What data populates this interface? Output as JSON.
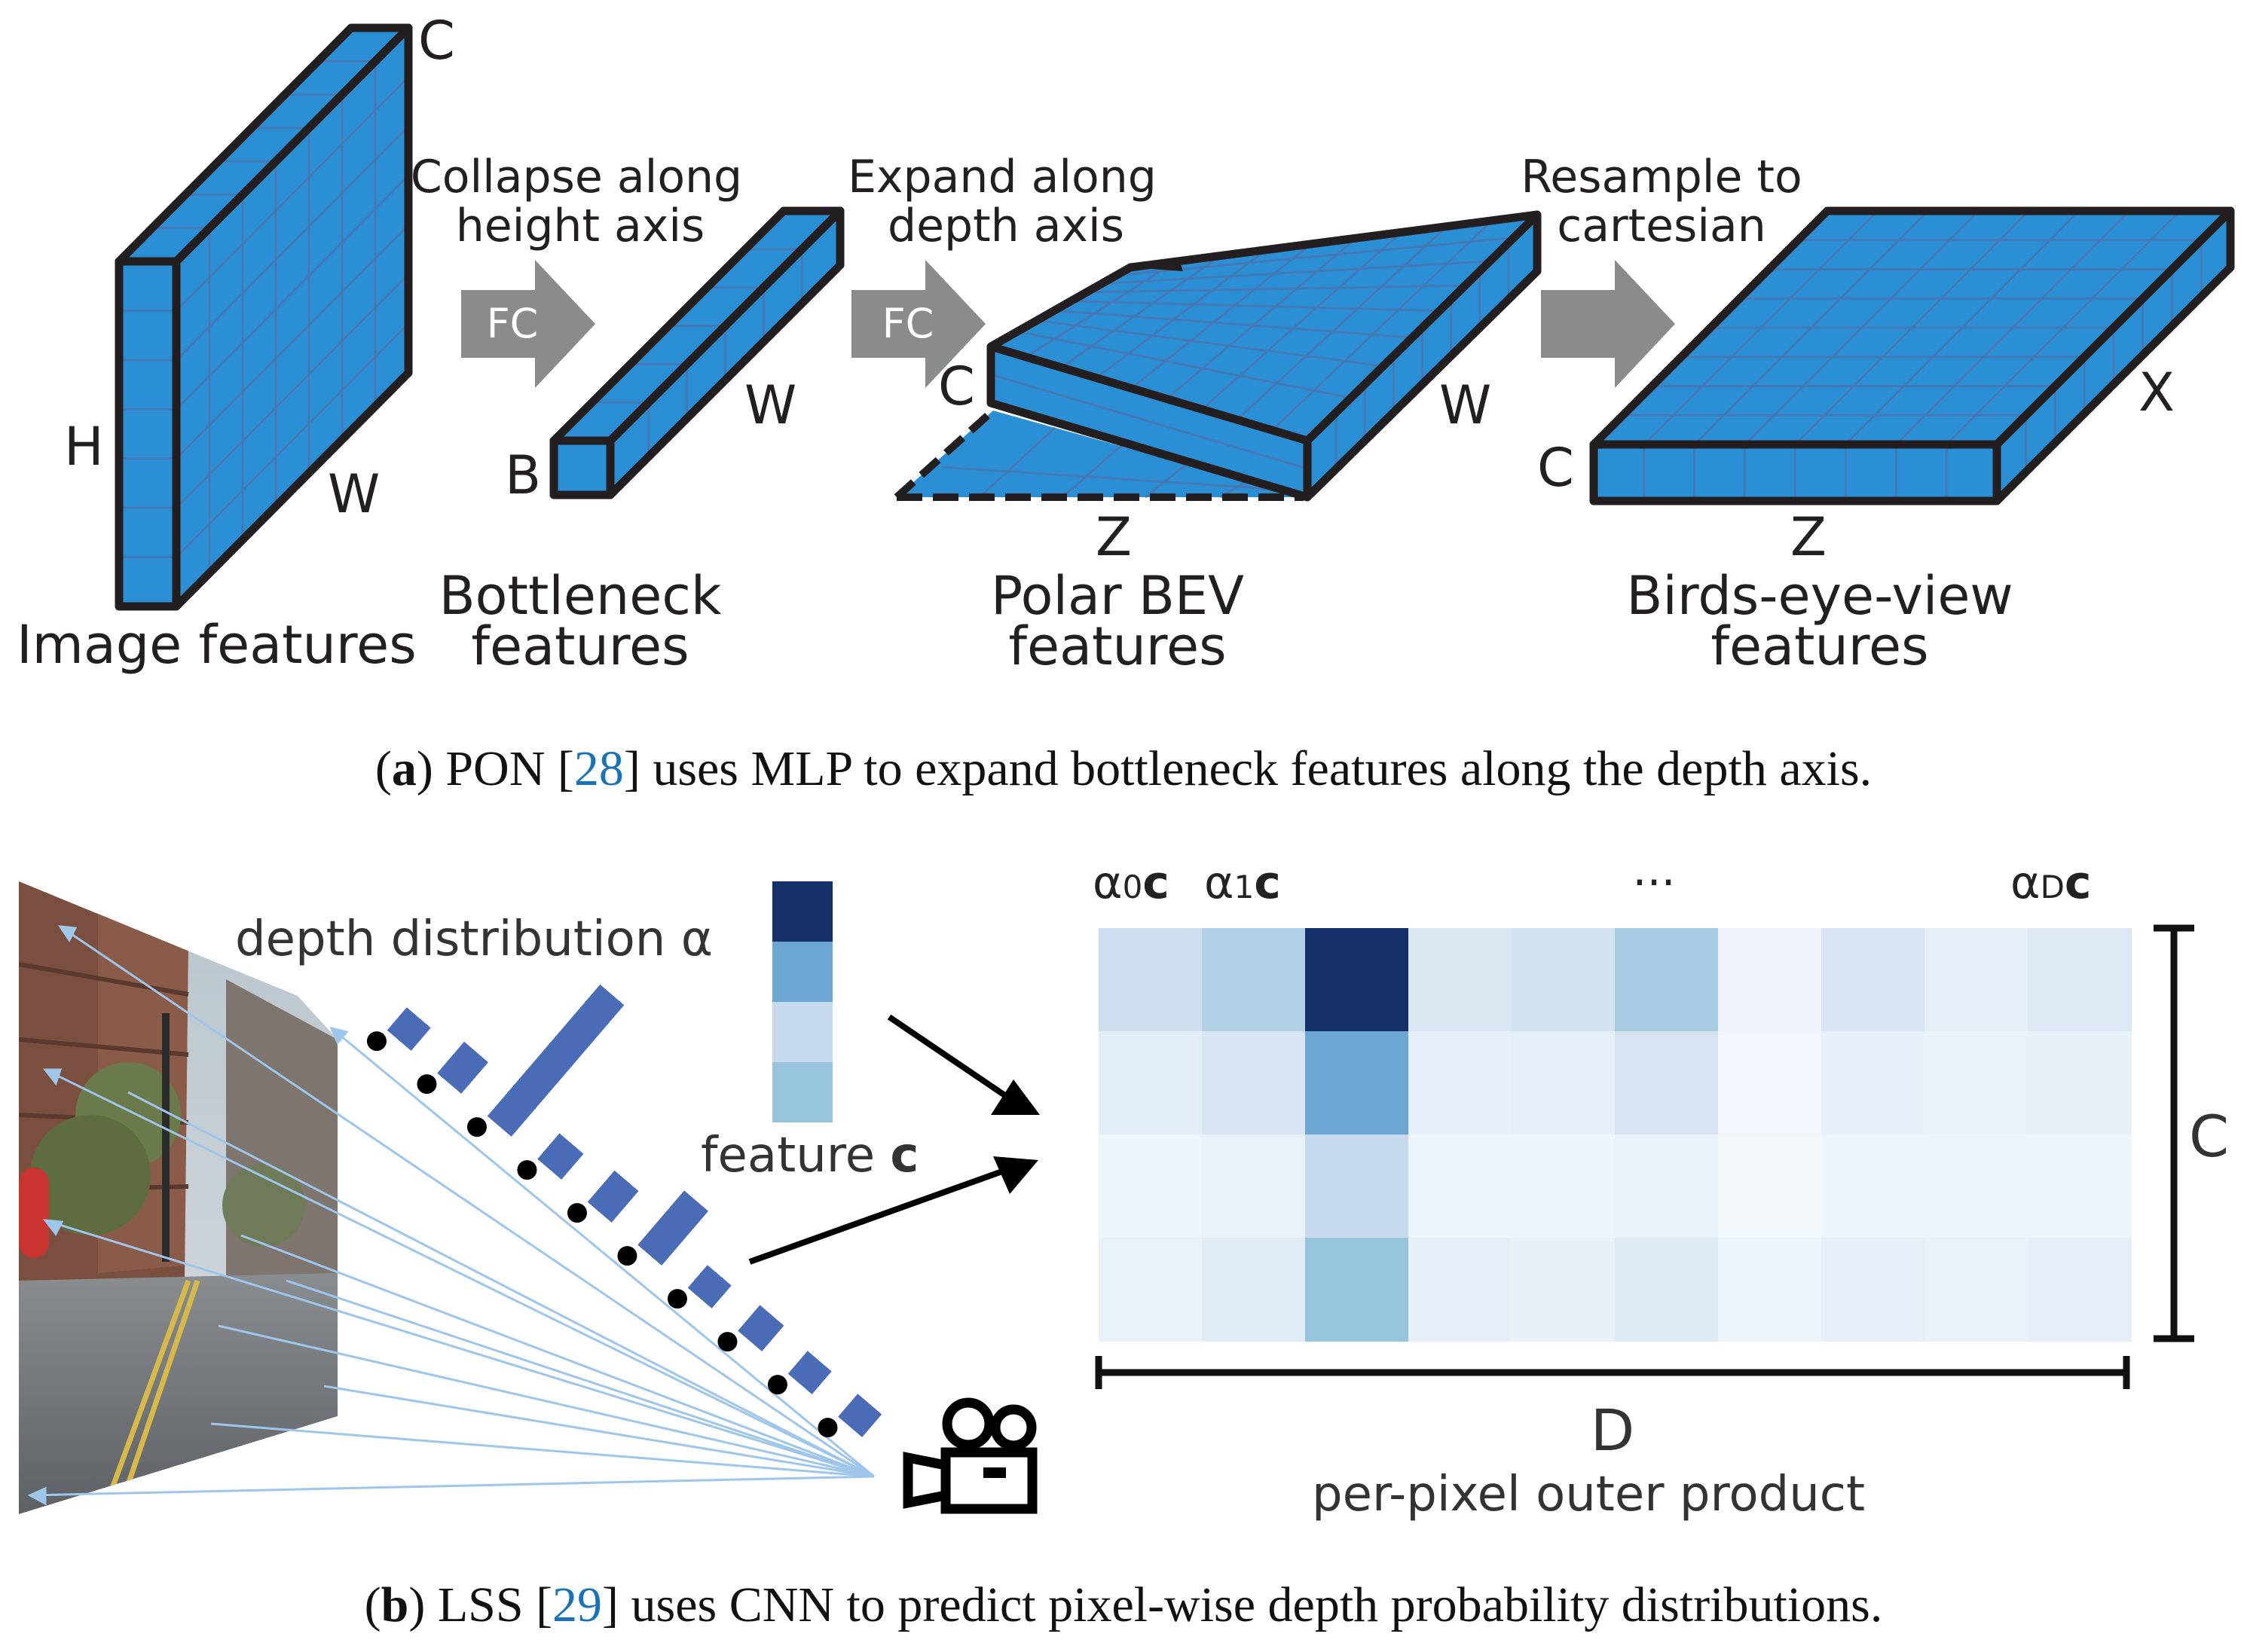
{
  "panel_a": {
    "image_features": {
      "label": "Image features",
      "dim_h": "H",
      "dim_w": "W",
      "dim_c": "C"
    },
    "step1": {
      "line1": "Collapse along",
      "line2": "height axis",
      "arrow": "FC"
    },
    "bottleneck": {
      "line1": "Bottleneck",
      "line2": "features",
      "dim_b": "B",
      "dim_w": "W"
    },
    "step2": {
      "line1": "Expand along",
      "line2": "depth axis",
      "arrow": "FC"
    },
    "polar": {
      "line1": "Polar BEV",
      "line2": "features",
      "dim_c": "C",
      "dim_w": "W",
      "dim_z": "Z"
    },
    "step3": {
      "line1": "Resample to",
      "line2": "cartesian"
    },
    "bev": {
      "line1": "Birds-eye-view",
      "line2": "features",
      "dim_c": "C",
      "dim_x": "X",
      "dim_z": "Z"
    },
    "caption": {
      "open": "(",
      "letter": "a",
      "pre": ") PON [",
      "ref": "28",
      "post": "] uses MLP to expand bottleneck features along the depth axis."
    }
  },
  "panel_b": {
    "depth_label": "depth distribution α",
    "feature_label": "feature",
    "feature_symbol": "c",
    "col_labels": {
      "first": "α₀c",
      "second": "α₁c",
      "dots": "···",
      "last": "α_Dc"
    },
    "dim_c": "C",
    "dim_d": "D",
    "outer_label": "per-pixel outer product",
    "caption": {
      "open": "(",
      "letter": "b",
      "pre": ") LSS [",
      "ref": "29",
      "post": "] uses CNN to predict pixel-wise depth probability distributions."
    }
  },
  "colors": {
    "cube_fill": "#2b8fd5",
    "grid": "#4479b5",
    "arrow_gray": "#8a8b8d",
    "ref_blue": "#1a73b5"
  }
}
